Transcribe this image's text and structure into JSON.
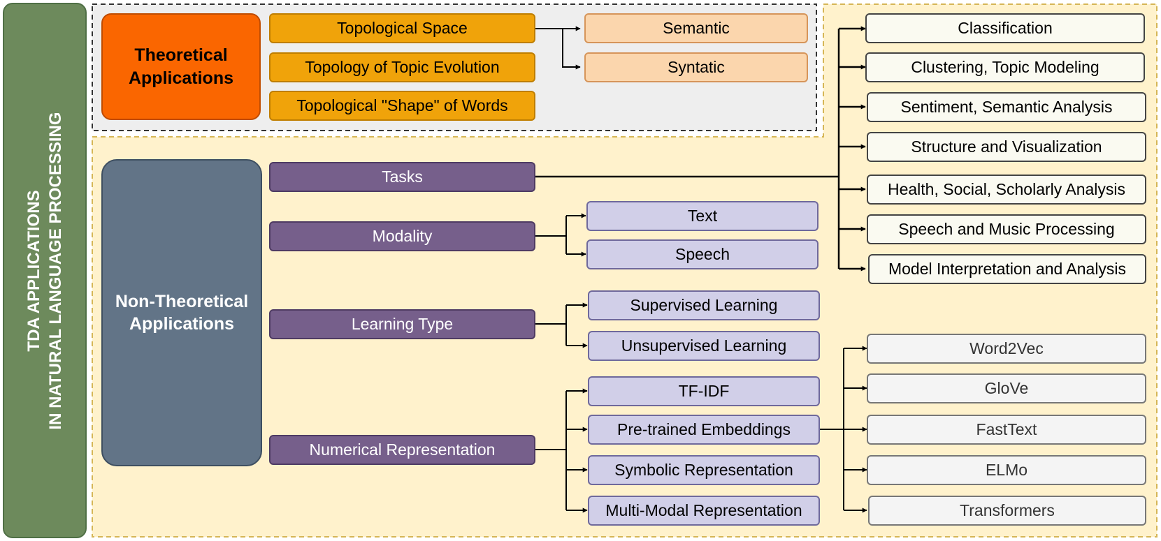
{
  "colors": {
    "banner": "#6d8a5c",
    "theoretical": "#fa6600",
    "theoretical_item": "#f0a30a",
    "theoretical_sub": "#fbd6ad",
    "non_theoretical": "#627487",
    "category": "#765f8b",
    "option": "#d1cfe8",
    "region_fill": "#fff2cc",
    "region_fill_grey": "#eeeeee"
  },
  "banner": {
    "line1": "TDA APPLICATIONS",
    "line2": "IN NATURAL LANGUAGE PROCESSING"
  },
  "theoretical": {
    "title": "Theoretical Applications",
    "items": [
      "Topological Space",
      "Topology of Topic Evolution",
      "Topological  \"Shape\" of Words"
    ],
    "subitems": [
      "Semantic",
      "Syntatic"
    ]
  },
  "non_theoretical": {
    "title": "Non-Theoretical Applications",
    "categories": [
      "Tasks",
      "Modality",
      "Learning Type",
      "Numerical  Representation"
    ],
    "tasks": [
      "Classification",
      "Clustering, Topic Modeling",
      "Sentiment, Semantic Analysis",
      "Structure and Visualization",
      "Health, Social, Scholarly Analysis",
      "Speech and Music Processing",
      "Model Interpretation and Analysis"
    ],
    "modality": [
      "Text",
      "Speech"
    ],
    "learning_type": [
      "Supervised Learning",
      "Unsupervised Learning"
    ],
    "numerical_representation": [
      "TF-IDF",
      "Pre-trained Embeddings",
      "Symbolic Representation",
      "Multi-Modal Representation"
    ],
    "embeddings": [
      "Word2Vec",
      "GloVe",
      "FastText",
      "ELMo",
      "Transformers"
    ]
  }
}
